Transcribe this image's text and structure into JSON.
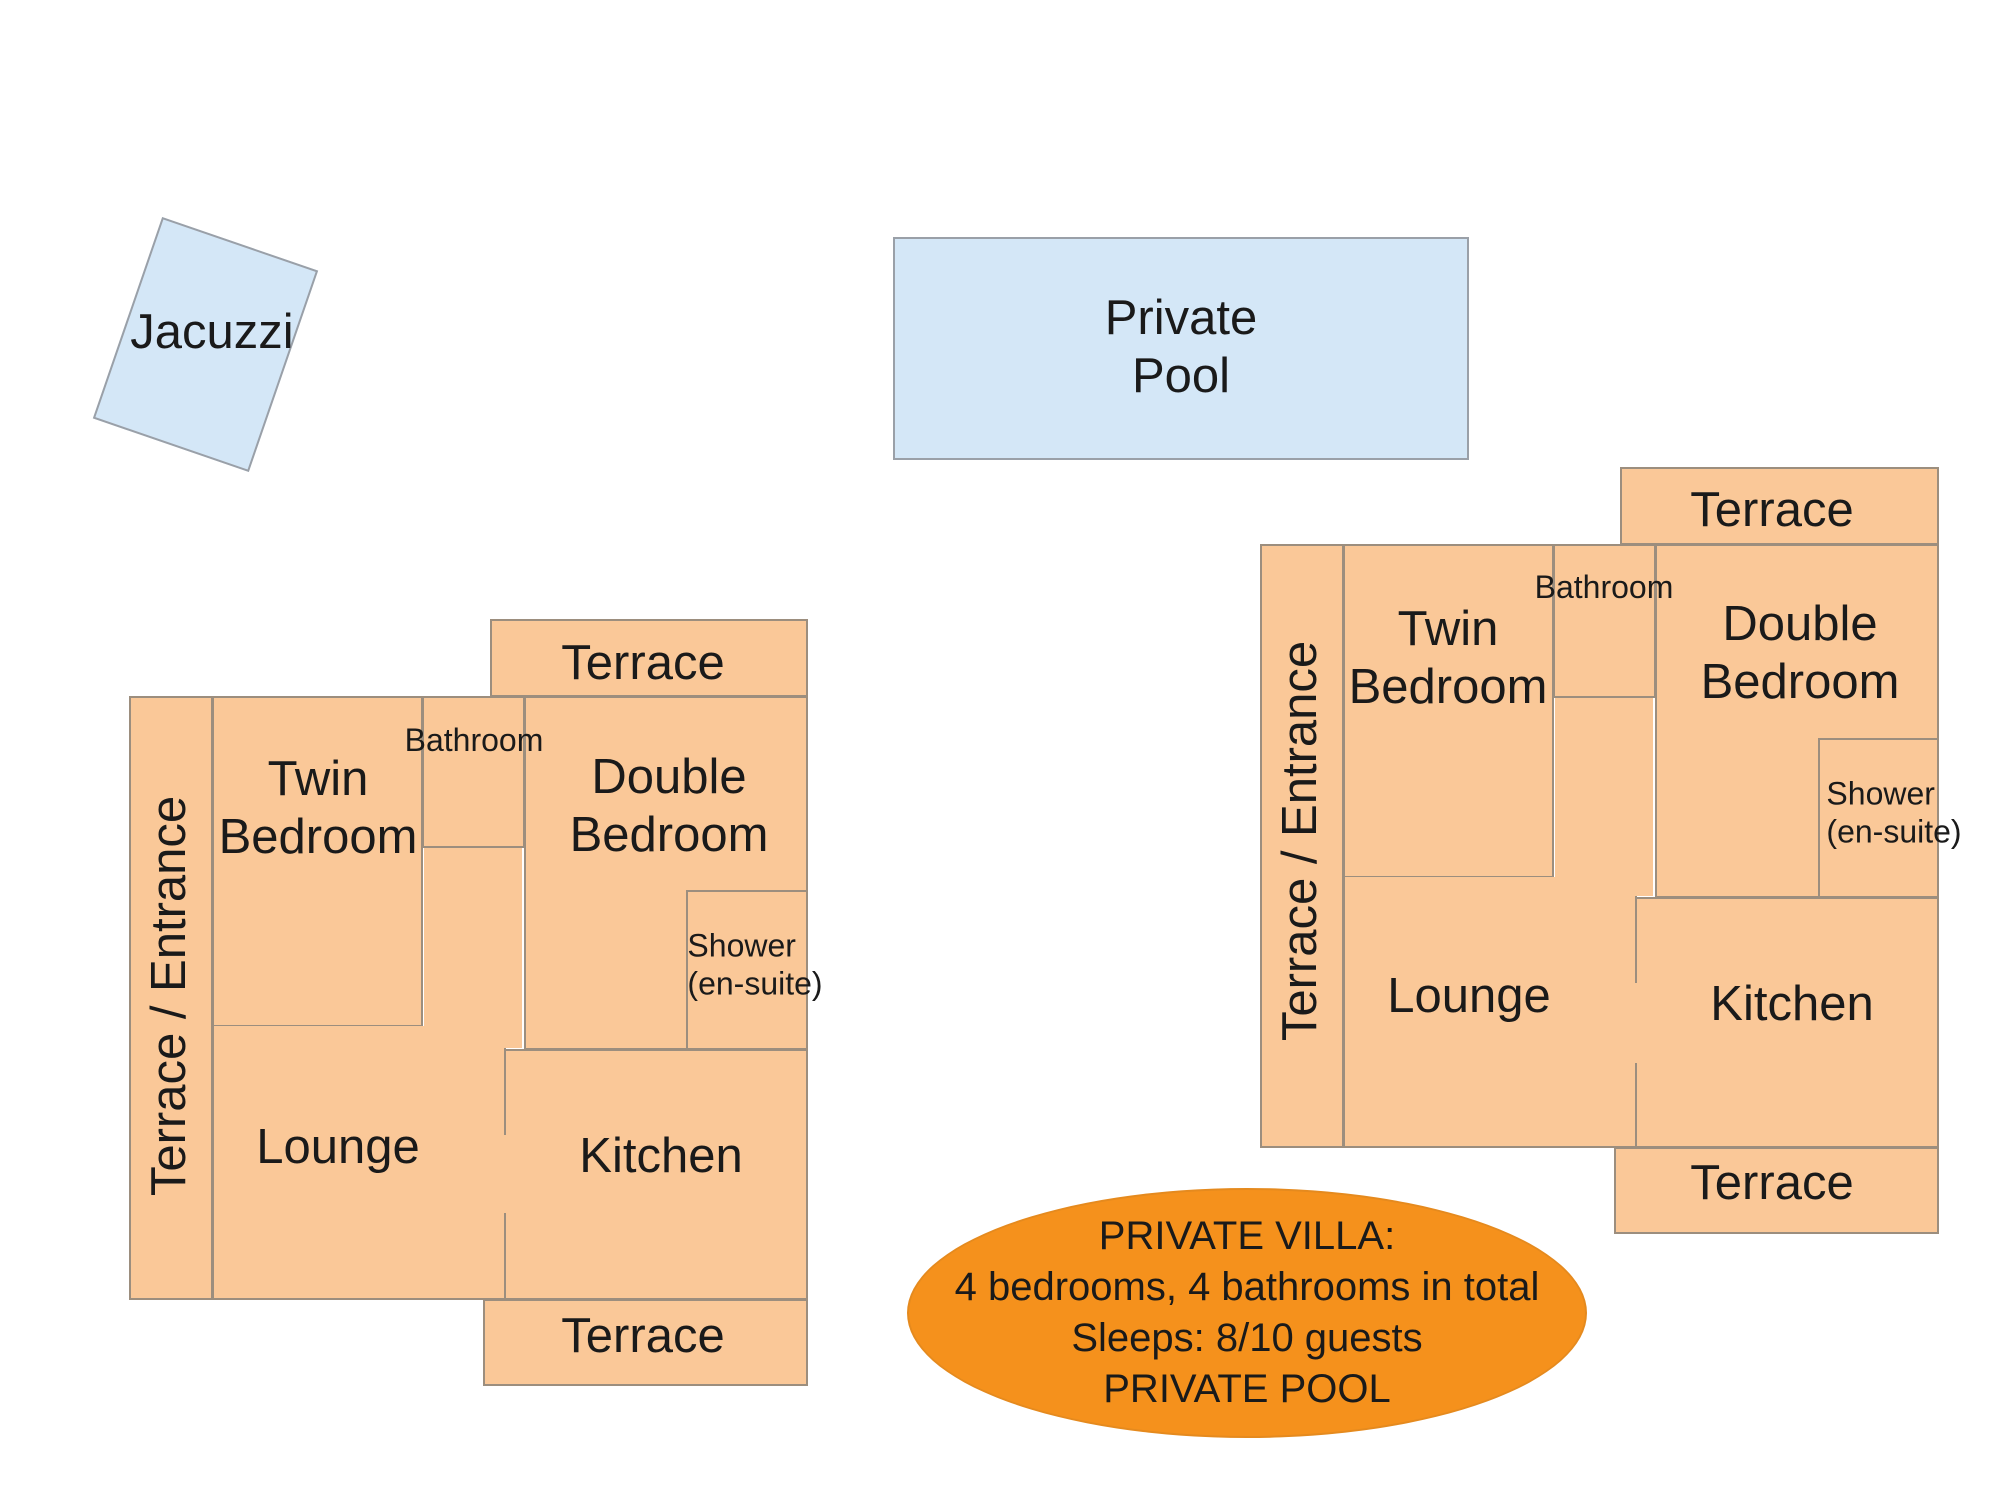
{
  "jacuzzi": {
    "label": "Jacuzzi"
  },
  "pool": {
    "line1": "Private",
    "line2": "Pool"
  },
  "left_unit": {
    "terrace_top": "Terrace",
    "terrace_entrance": "Terrace / Entrance",
    "twin_bedroom": {
      "line1": "Twin",
      "line2": "Bedroom"
    },
    "bathroom": "Bathroom",
    "double_bedroom": {
      "line1": "Double",
      "line2": "Bedroom"
    },
    "shower": {
      "line1": "Shower",
      "line2": "(en-suite)"
    },
    "lounge": "Lounge",
    "kitchen": "Kitchen",
    "terrace_bottom": "Terrace"
  },
  "right_unit": {
    "terrace_top": "Terrace",
    "terrace_entrance": "Terrace / Entrance",
    "twin_bedroom": {
      "line1": "Twin",
      "line2": "Bedroom"
    },
    "bathroom": "Bathroom",
    "double_bedroom": {
      "line1": "Double",
      "line2": "Bedroom"
    },
    "shower": {
      "line1": "Shower",
      "line2": "(en-suite)"
    },
    "lounge": "Lounge",
    "kitchen": "Kitchen",
    "terrace_bottom": "Terrace"
  },
  "summary": {
    "line1": "PRIVATE VILLA:",
    "line2": "4 bedrooms, 4 bathrooms in total",
    "line3": "Sleeps: 8/10 guests",
    "line4": "PRIVATE POOL"
  },
  "colors": {
    "room_fill": "#fac898",
    "water_fill": "#d4e7f7",
    "summary_fill": "#f5911c"
  }
}
